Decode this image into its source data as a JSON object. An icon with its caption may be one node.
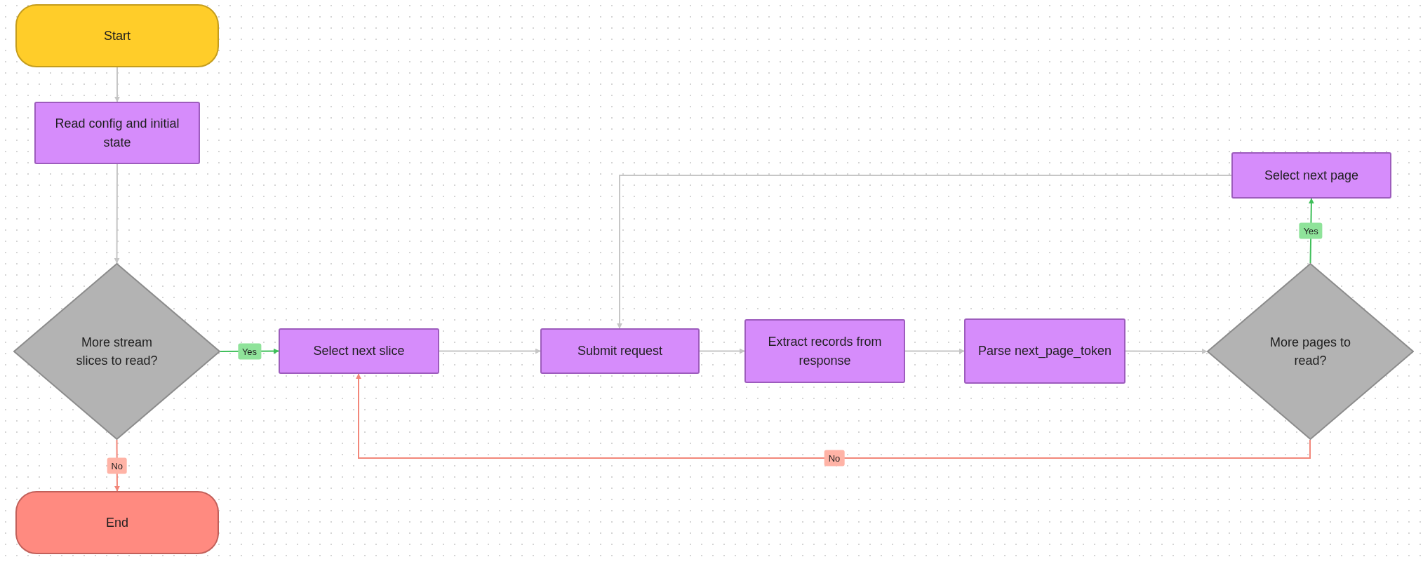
{
  "diagram": {
    "nodes": [
      {
        "text": [
          "Start"
        ]
      },
      {
        "text": [
          "Read config and initial state"
        ]
      },
      {
        "text": [
          "More stream slices to read?"
        ]
      },
      {
        "text": [
          "Select next slice"
        ]
      },
      {
        "text": [
          "Submit request"
        ]
      },
      {
        "text": [
          "Extract records from response"
        ]
      },
      {
        "text": [
          "Parse next_page_token"
        ]
      },
      {
        "text": [
          "More pages to read?"
        ]
      },
      {
        "text": [
          "Select next page"
        ]
      },
      {
        "text": [
          "End"
        ]
      }
    ],
    "edges": [
      {
        "from": 0,
        "to": 1,
        "arrow": "to"
      },
      {
        "from": 1,
        "to": 2,
        "arrow": "to"
      },
      {
        "from": 2,
        "to": 3,
        "arrow": "to",
        "label": "Yes",
        "color": "#3fbf5a"
      },
      {
        "from": 2,
        "to": 9,
        "arrow": "to",
        "label": "No",
        "color": "#f2877a"
      },
      {
        "from": 3,
        "to": 4,
        "arrow": "to"
      },
      {
        "from": 4,
        "to": 5,
        "arrow": "to"
      },
      {
        "from": 5,
        "to": 6,
        "arrow": "to"
      },
      {
        "from": 6,
        "to": 7,
        "arrow": "to"
      },
      {
        "from": 7,
        "to": 8,
        "arrow": "to",
        "label": "Yes",
        "color": "#3fbf5a"
      },
      {
        "from": 7,
        "to": 3,
        "arrow": "to",
        "label": "No",
        "color": "#f2877a"
      },
      {
        "from": 8,
        "to": 4,
        "arrow": "to"
      }
    ]
  }
}
